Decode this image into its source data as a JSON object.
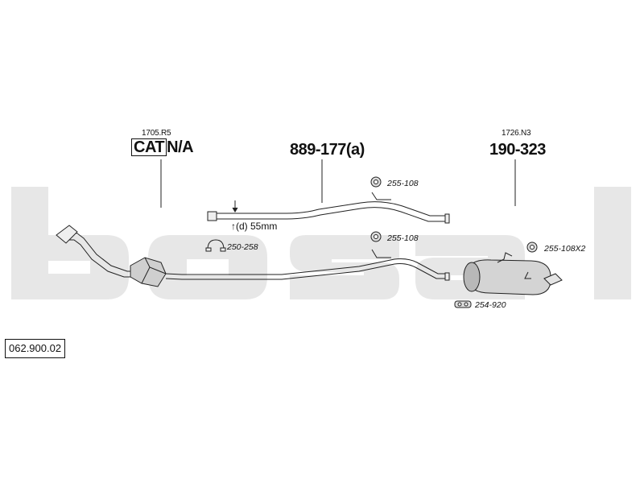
{
  "watermark": {
    "text": "bosal",
    "color": "#e7e7e7"
  },
  "parts": {
    "front_pipe": {
      "ref": "1705.R5",
      "cat_label": "CAT",
      "suffix": "N/A"
    },
    "middle_pipe": {
      "number": "889-177(a)",
      "diameter_note": "↑(d) 55mm"
    },
    "rear_silencer": {
      "ref": "1726.N3",
      "number": "190-323"
    }
  },
  "fittings": {
    "mount_upper": "255-108",
    "mount_lower": "255-108",
    "mount_rear": "255-108X2",
    "clamp_front": "250-258",
    "clamp_rear": "254-920"
  },
  "reference_number": "062.900.02",
  "colors": {
    "line": "#222222",
    "part_fill": "#cfcfcf"
  }
}
